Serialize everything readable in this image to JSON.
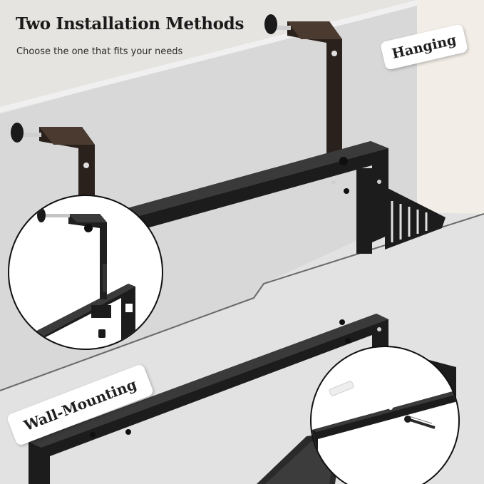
{
  "header": {
    "title": "Two Installation Methods",
    "subtitle": "Choose the one that fits your needs"
  },
  "labels": {
    "hanging": "Hanging",
    "wall_mounting": "Wall-Mounting"
  },
  "colors": {
    "frame": "#1c1c1c",
    "bracket": "#2b211c",
    "wall": "#d9d7d4",
    "door": "#ececec",
    "background": "#e8e6e3"
  },
  "icons": {
    "knob": "thumb-screw-icon",
    "anchor": "wall-anchor-icon",
    "screw": "screw-icon"
  }
}
